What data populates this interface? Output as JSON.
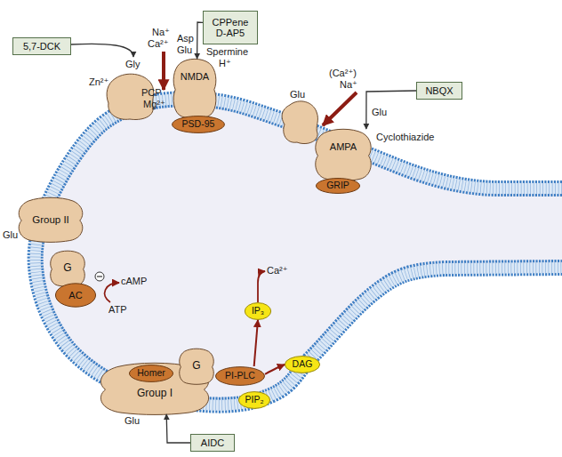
{
  "diagram": {
    "nodes": [
      {
        "text": [
          "5,7-DCK"
        ]
      },
      {
        "text": [
          "CPPene D-AP5"
        ]
      },
      {
        "text": [
          "NMDA"
        ]
      },
      {
        "text": [
          "PSD-95"
        ]
      },
      {
        "text": [
          "NBQX"
        ]
      },
      {
        "text": [
          "AMPA"
        ]
      },
      {
        "text": [
          "GRIP"
        ]
      },
      {
        "text": [
          "Group II"
        ]
      },
      {
        "text": [
          "G"
        ]
      },
      {
        "text": [
          "AC"
        ]
      },
      {
        "text": [
          "IP₃"
        ]
      },
      {
        "text": [
          "DAG"
        ]
      },
      {
        "text": [
          "Homer"
        ]
      },
      {
        "text": [
          "G"
        ]
      },
      {
        "text": [
          "PI-PLC"
        ]
      },
      {
        "text": [
          "PIP₂"
        ]
      },
      {
        "text": [
          "Group I"
        ]
      },
      {
        "text": [
          "AIDC"
        ]
      }
    ],
    "edges": [
      {
        "from": 1,
        "to": 2,
        "arrow": "to"
      },
      {
        "from": 4,
        "to": 5,
        "arrow": "to"
      },
      {
        "from": 17,
        "to": 16,
        "arrow": "to"
      },
      {
        "from": 14,
        "to": 10,
        "arrow": "to"
      },
      {
        "from": 14,
        "to": 11,
        "arrow": "to"
      }
    ],
    "labels": [
      "Gly",
      "Zn²⁺",
      "Na⁺",
      "Ca²⁺",
      "Asp",
      "Glu",
      "Spermine",
      "H⁺",
      "PCP",
      "Mg²⁺",
      "Glu",
      "(Ca²⁺)",
      "Na⁺",
      "Glu",
      "Cyclothiazide",
      "Glu",
      "cAMP",
      "ATP",
      "Ca²⁺",
      "Glu"
    ]
  }
}
